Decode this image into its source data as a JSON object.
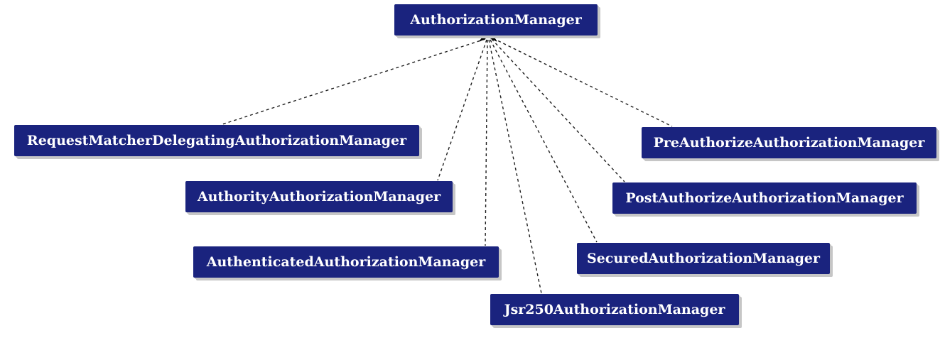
{
  "diagram": {
    "root": {
      "id": "authorization-manager",
      "label": "AuthorizationManager"
    },
    "nodes": [
      {
        "id": "request-matcher-delegating-authorization-manager",
        "label": "RequestMatcherDelegatingAuthorizationManager"
      },
      {
        "id": "authority-authorization-manager",
        "label": "AuthorityAuthorizationManager"
      },
      {
        "id": "authenticated-authorization-manager",
        "label": "AuthenticatedAuthorizationManager"
      },
      {
        "id": "jsr250-authorization-manager",
        "label": "Jsr250AuthorizationManager"
      },
      {
        "id": "secured-authorization-manager",
        "label": "SecuredAuthorizationManager"
      },
      {
        "id": "post-authorize-authorization-manager",
        "label": "PostAuthorizeAuthorizationManager"
      },
      {
        "id": "pre-authorize-authorization-manager",
        "label": "PreAuthorizeAuthorizationManager"
      }
    ],
    "edges": [
      {
        "from": "request-matcher-delegating-authorization-manager",
        "to": "authorization-manager",
        "style": "dashed-implements"
      },
      {
        "from": "authority-authorization-manager",
        "to": "authorization-manager",
        "style": "dashed-implements"
      },
      {
        "from": "authenticated-authorization-manager",
        "to": "authorization-manager",
        "style": "dashed-implements"
      },
      {
        "from": "jsr250-authorization-manager",
        "to": "authorization-manager",
        "style": "dashed-implements"
      },
      {
        "from": "secured-authorization-manager",
        "to": "authorization-manager",
        "style": "dashed-implements"
      },
      {
        "from": "post-authorize-authorization-manager",
        "to": "authorization-manager",
        "style": "dashed-implements"
      },
      {
        "from": "pre-authorize-authorization-manager",
        "to": "authorization-manager",
        "style": "dashed-implements"
      }
    ],
    "colors": {
      "node_fill": "#1a237e",
      "node_text": "#ffffff",
      "edge": "#1f1f1f",
      "shadow": "#c6c6c6"
    }
  }
}
